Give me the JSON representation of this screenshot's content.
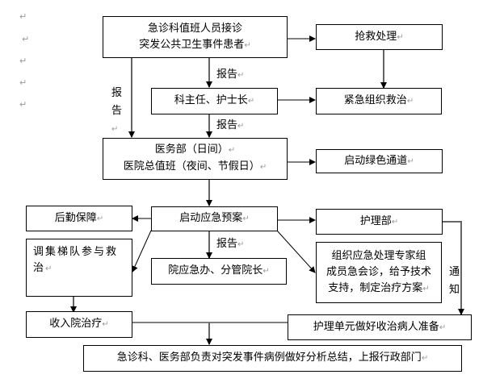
{
  "paragraph_mark": "↵",
  "nodes": {
    "er_staff": {
      "line1": "急诊科值班人员接诊",
      "line2": "突发公共卫生事件患者"
    },
    "rescue": {
      "text": "抢救处理"
    },
    "dept_head": {
      "text": "科主任、护士长"
    },
    "urgent_treat": {
      "text": "紧急组织救治"
    },
    "medical_dept": {
      "line1": "医务部（日间）",
      "line2": "医院总值班（夜间、节假日）"
    },
    "green_channel": {
      "text": "启动绿色通道"
    },
    "logistics": {
      "text": "后勤保障"
    },
    "emergency_plan": {
      "text": "启动应急预案"
    },
    "nursing_dept": {
      "text": "护理部"
    },
    "echelon_team": {
      "text": "调集梯队参与救治"
    },
    "hospital_office": {
      "text": "院应急办、分管院长"
    },
    "expert_group": {
      "line1": "组织应急处理专家组",
      "line2": "成员急会诊，给予技术",
      "line3": "支持，制定治疗方案"
    },
    "admit": {
      "text": "收入院治疗"
    },
    "nursing_unit": {
      "text": "护理单元做好收治病人准备"
    },
    "summary": {
      "text": "急诊科、医务部负责对突发事件病例做好分析总结，上报行政部门"
    }
  },
  "labels": {
    "report": "报告",
    "report_vertical": [
      "报",
      "告"
    ],
    "notify_vertical": [
      "通",
      "知"
    ]
  }
}
